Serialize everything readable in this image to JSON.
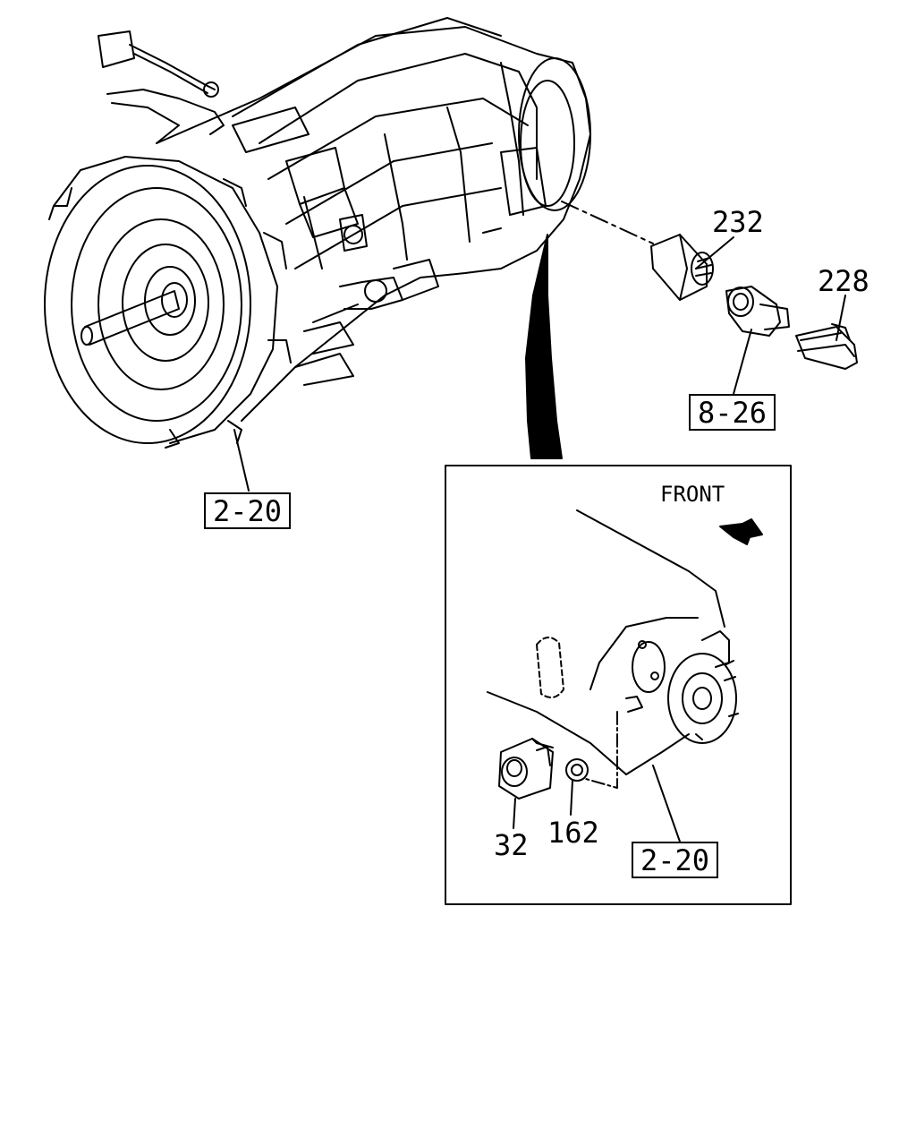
{
  "callouts": {
    "part_232": "232",
    "part_228": "228",
    "ref_8_26": "8-26",
    "ref_2_20_main": "2-20",
    "ref_2_20_detail": "2-20",
    "part_32": "32",
    "part_162": "162"
  },
  "detail": {
    "front_label": "FRONT"
  },
  "colors": {
    "line": "#000000",
    "background": "#ffffff"
  }
}
